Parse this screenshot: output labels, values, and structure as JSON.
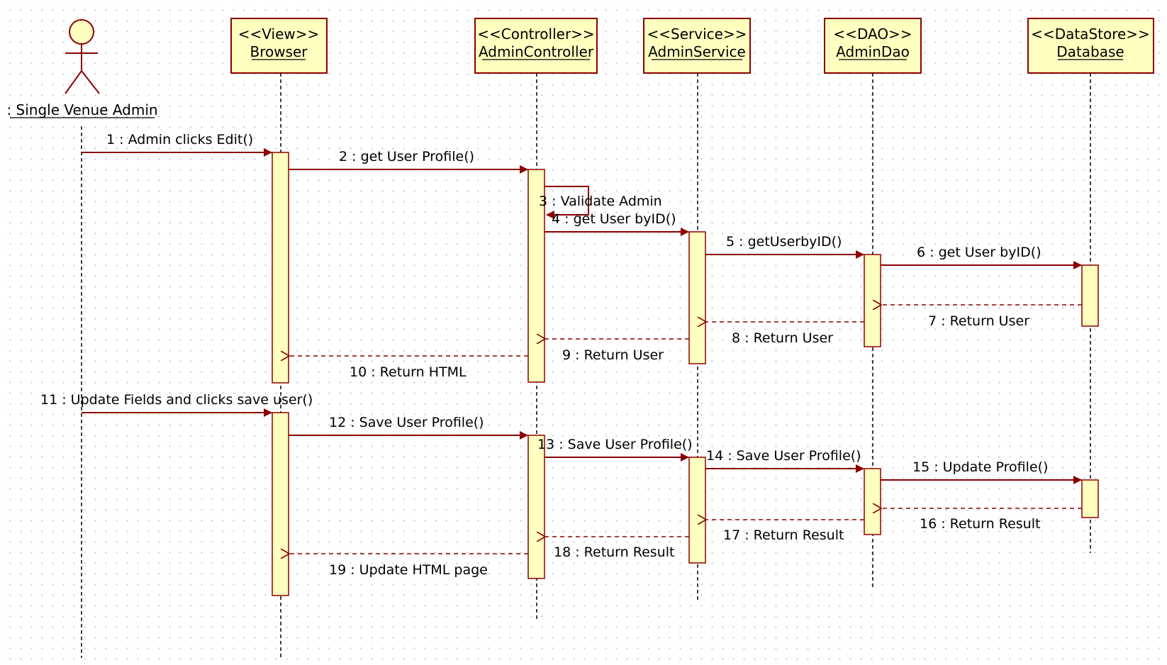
{
  "actor": {
    "name": ": Single Venue Admin"
  },
  "participants": [
    {
      "stereotype": "<<View>>",
      "name": "Browser"
    },
    {
      "stereotype": "<<Controller>>",
      "name": "AdminController"
    },
    {
      "stereotype": "<<Service>>",
      "name": "AdminService"
    },
    {
      "stereotype": "<<DAO>>",
      "name": "AdminDao"
    },
    {
      "stereotype": "<<DataStore>>",
      "name": "Database"
    }
  ],
  "messages": [
    "1 : Admin clicks Edit()",
    "2 : get User Profile()",
    "3 : Validate Admin",
    "4 : get User byID()",
    "5 : getUserbyID()",
    "6 : get User byID()",
    "7 : Return User",
    "8 : Return User",
    "9 : Return User",
    "10 : Return HTML",
    "11 : Update Fields and clicks save user()",
    "12 : Save User Profile()",
    "13 : Save User Profile()",
    "14 : Save User Profile()",
    "15 : Update Profile()",
    "16 : Return Result",
    "17 : Return Result",
    "18 : Return Result",
    "19 : Update HTML page"
  ]
}
